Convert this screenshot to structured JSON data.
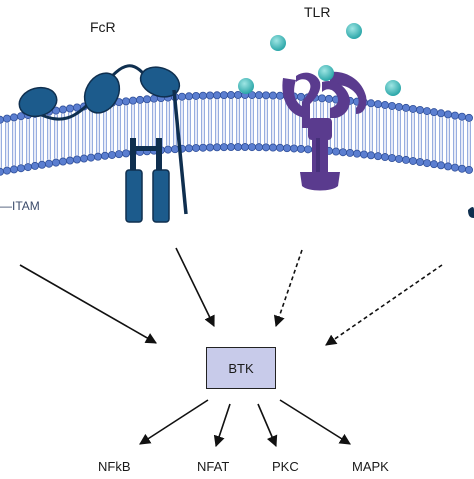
{
  "labels": {
    "fcr": "FcR",
    "tlr": "TLR",
    "itam": "ITAM",
    "btk": "BTK"
  },
  "outputs": [
    "NFkB",
    "NFAT",
    "PKC",
    "MAPK"
  ],
  "colors": {
    "membrane_head": "#5b7ed0",
    "membrane_head_edge": "#2f4f9a",
    "fcr": "#1c5b8c",
    "tlr": "#5a3b8e",
    "ligand": "#3fb8b8",
    "btk_fill": "#c8cbea"
  }
}
